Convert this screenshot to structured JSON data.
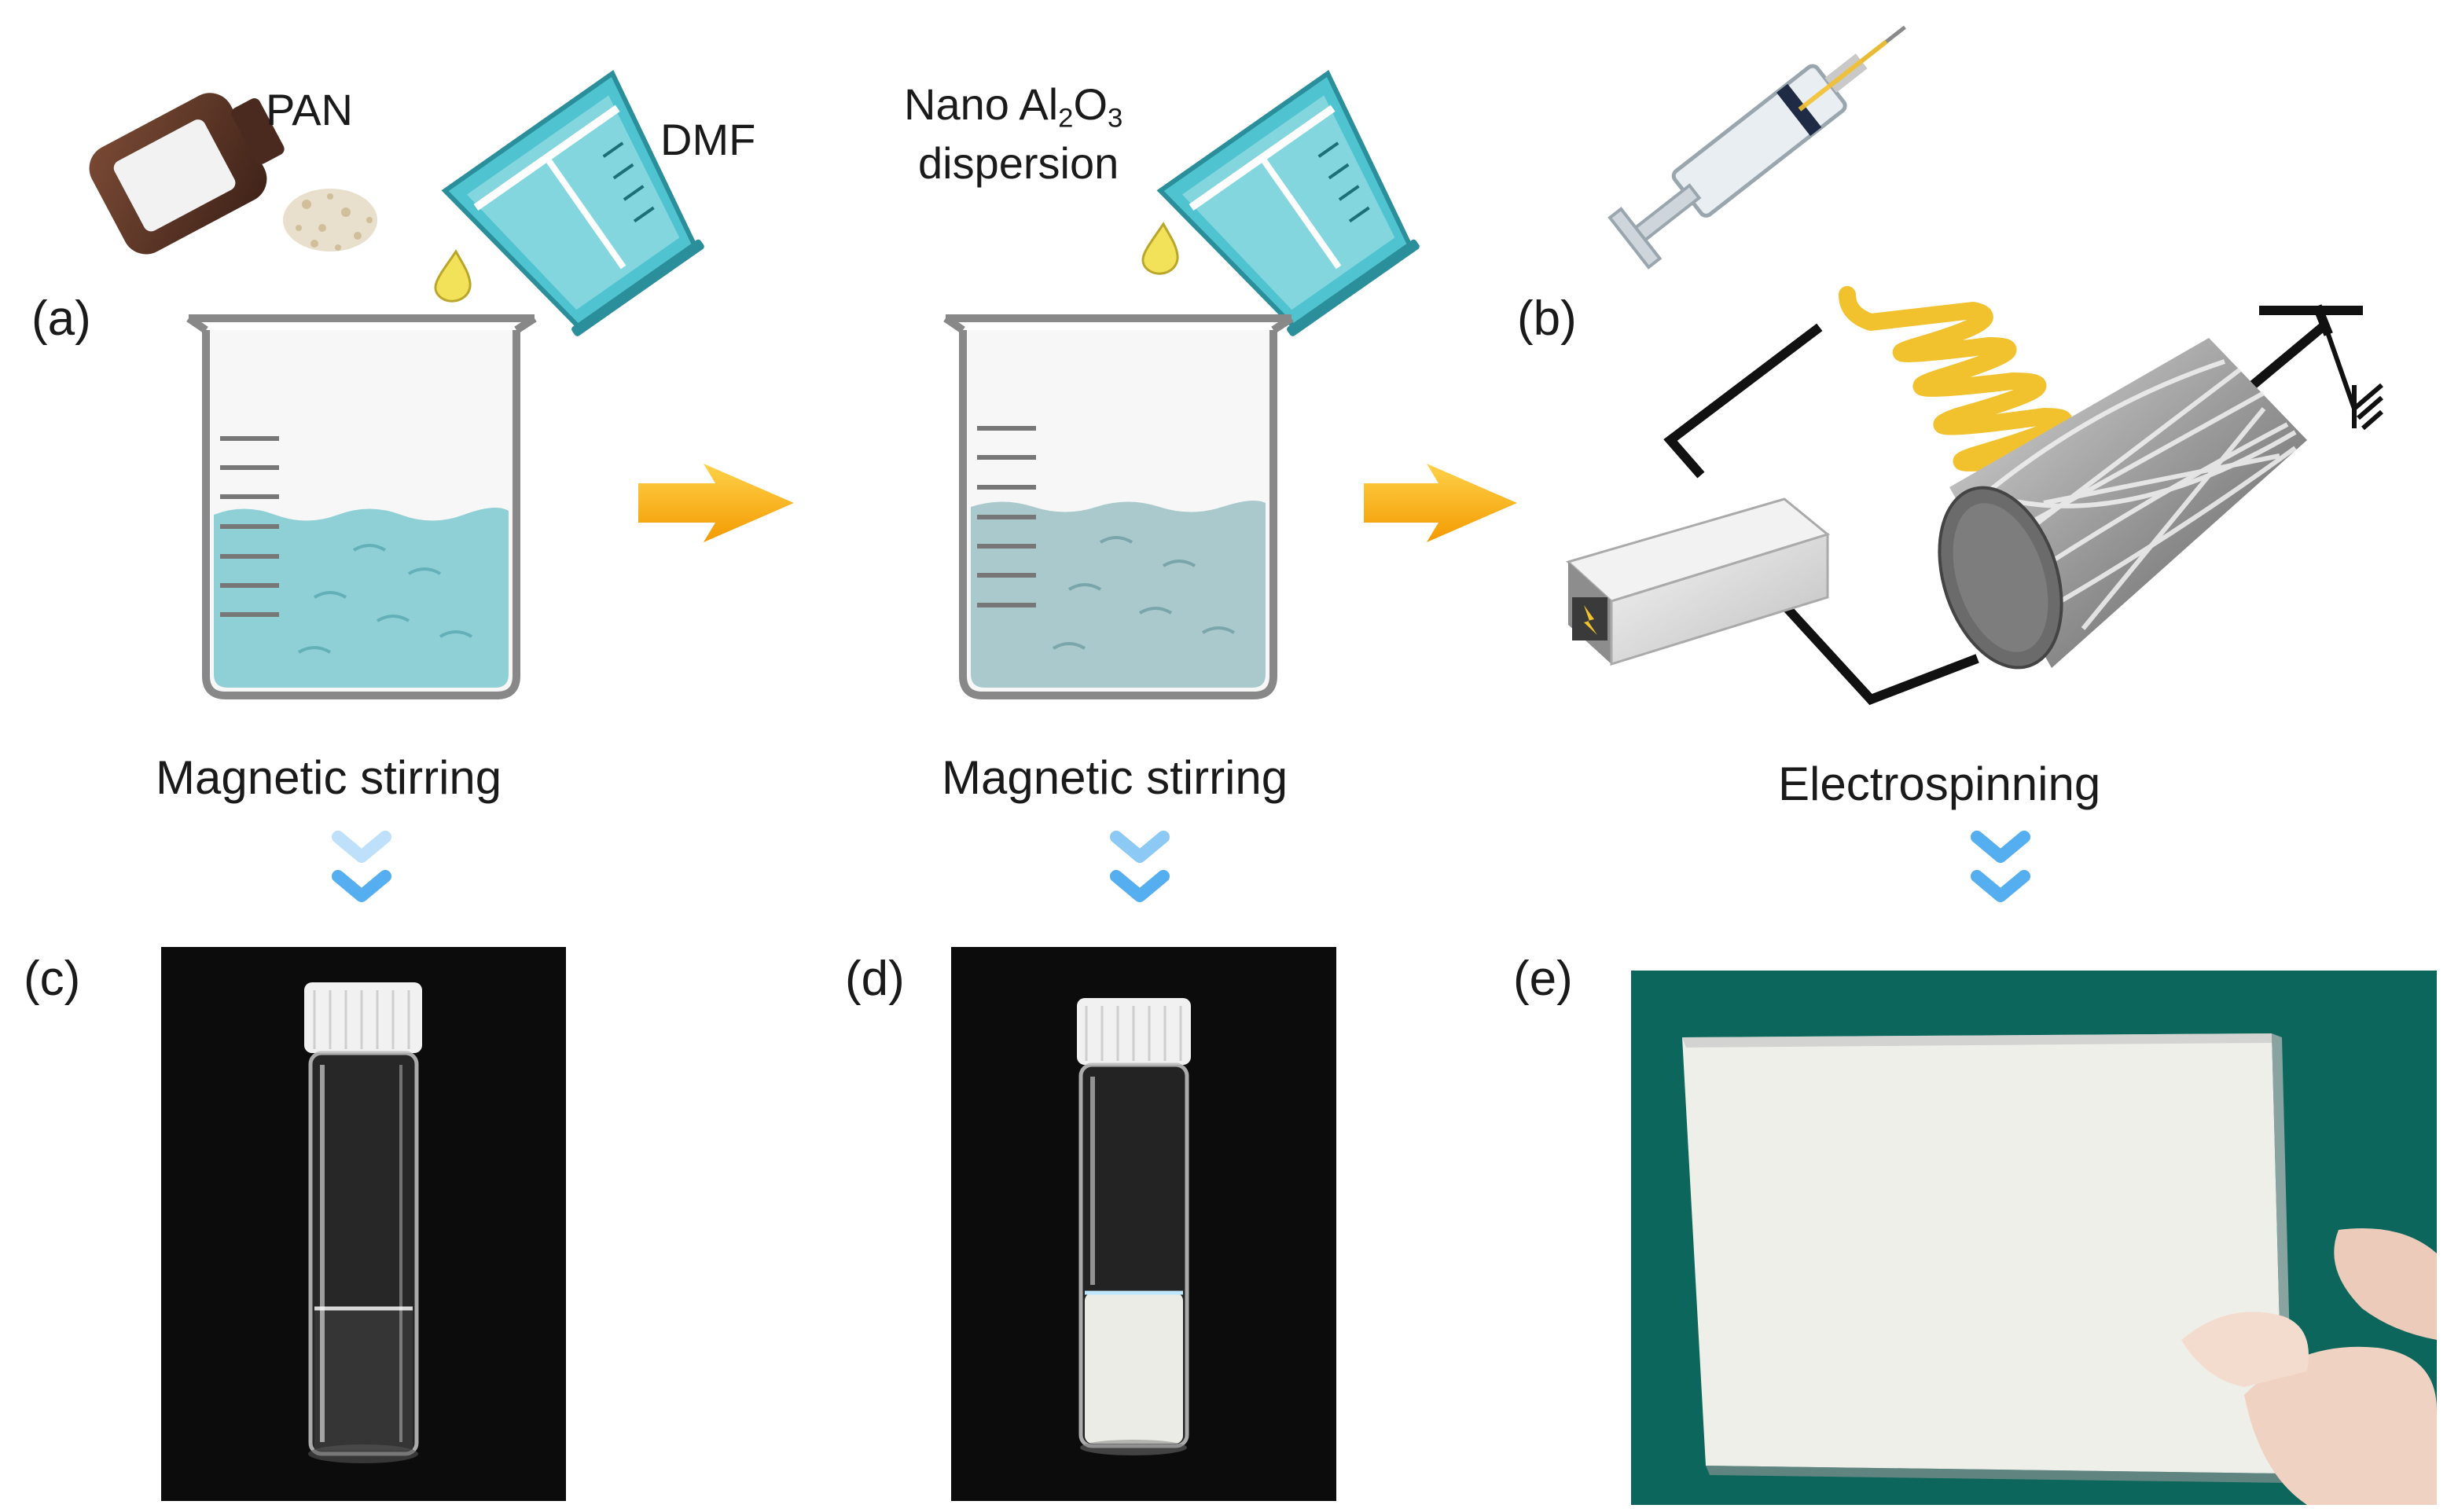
{
  "panels": {
    "a": "(a)",
    "b": "(b)",
    "c": "(c)",
    "d": "(d)",
    "e": "(e)"
  },
  "reagents": {
    "pan": "PAN",
    "dmf": "DMF",
    "nano_prefix": "Nano Al",
    "nano_sub1": "2",
    "nano_mid": "O",
    "nano_sub2": "3",
    "nano_line2": "dispersion"
  },
  "steps": {
    "stir1": "Magnetic stirring",
    "stir2": "Magnetic stirring",
    "spin": "Electrospinning"
  },
  "colors": {
    "beaker_liquid_1": "#8fd0d6",
    "beaker_liquid_2": "#a9c9cc",
    "flow_arrow": "#f5a600",
    "chevron": "#54aef0",
    "fiber": "#f2c12e",
    "photo_bg_dark": "#0c0c0c",
    "photo_bg_green": "#0e6b5f"
  }
}
